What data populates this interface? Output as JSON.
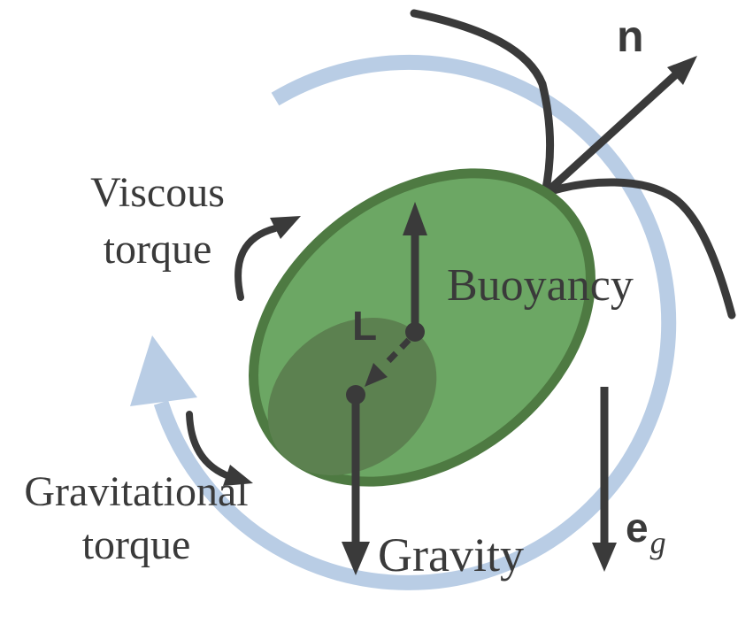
{
  "labels": {
    "viscous_torque_line1": "Viscous",
    "viscous_torque_line2": "torque",
    "gravitational_torque_line1": "Gravitational",
    "gravitational_torque_line2": "torque",
    "buoyancy": "Buoyancy",
    "gravity": "Gravity",
    "normal_vector": "n",
    "offset_length": "L",
    "gravity_unit_vector_base": "e",
    "gravity_unit_vector_subscript": "g"
  },
  "colors": {
    "ink": "#3A3A3A",
    "cell_fill": "#6CA764",
    "cell_border": "#4E7A42",
    "organelle_fill": "#5C8150",
    "rotation_arc": "#B9CDE5",
    "bg": "#FFFFFF"
  }
}
